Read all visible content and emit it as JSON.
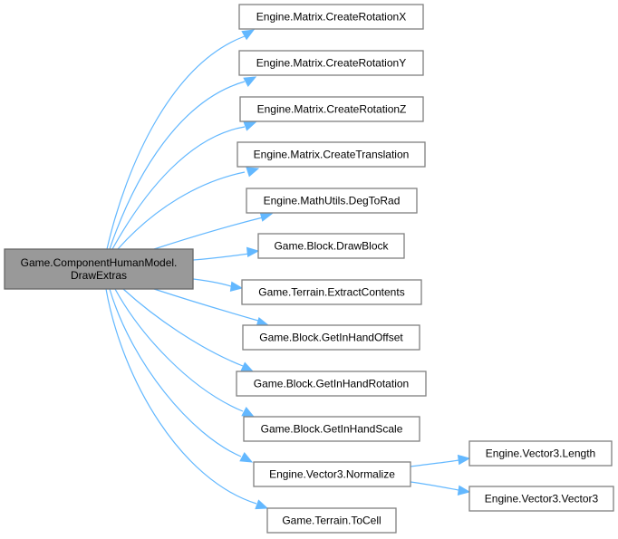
{
  "graph": {
    "title": "Call graph of Game.ComponentHumanModel.DrawExtras",
    "colors": {
      "edge": "#63b8ff",
      "root_fill": "#999999",
      "node_fill": "#ffffff",
      "node_border": "#808080"
    },
    "root": {
      "id": "root",
      "lines": [
        "Game.ComponentHumanModel.",
        "DrawExtras"
      ]
    },
    "nodes": [
      {
        "id": "n1",
        "label": "Engine.Matrix.CreateRotationX"
      },
      {
        "id": "n2",
        "label": "Engine.Matrix.CreateRotationY"
      },
      {
        "id": "n3",
        "label": "Engine.Matrix.CreateRotationZ"
      },
      {
        "id": "n4",
        "label": "Engine.Matrix.CreateTranslation"
      },
      {
        "id": "n5",
        "label": "Engine.MathUtils.DegToRad"
      },
      {
        "id": "n6",
        "label": "Game.Block.DrawBlock"
      },
      {
        "id": "n7",
        "label": "Game.Terrain.ExtractContents"
      },
      {
        "id": "n8",
        "label": "Game.Block.GetInHandOffset"
      },
      {
        "id": "n9",
        "label": "Game.Block.GetInHandRotation"
      },
      {
        "id": "n10",
        "label": "Game.Block.GetInHandScale"
      },
      {
        "id": "n11",
        "label": "Engine.Vector3.Normalize"
      },
      {
        "id": "n12",
        "label": "Game.Terrain.ToCell"
      },
      {
        "id": "n13",
        "label": "Engine.Vector3.Length"
      },
      {
        "id": "n14",
        "label": "Engine.Vector3.Vector3"
      }
    ],
    "edges": [
      {
        "from": "root",
        "to": "n1"
      },
      {
        "from": "root",
        "to": "n2"
      },
      {
        "from": "root",
        "to": "n3"
      },
      {
        "from": "root",
        "to": "n4"
      },
      {
        "from": "root",
        "to": "n5"
      },
      {
        "from": "root",
        "to": "n6"
      },
      {
        "from": "root",
        "to": "n7"
      },
      {
        "from": "root",
        "to": "n8"
      },
      {
        "from": "root",
        "to": "n9"
      },
      {
        "from": "root",
        "to": "n10"
      },
      {
        "from": "root",
        "to": "n11"
      },
      {
        "from": "root",
        "to": "n12"
      },
      {
        "from": "n11",
        "to": "n13"
      },
      {
        "from": "n11",
        "to": "n14"
      }
    ]
  }
}
